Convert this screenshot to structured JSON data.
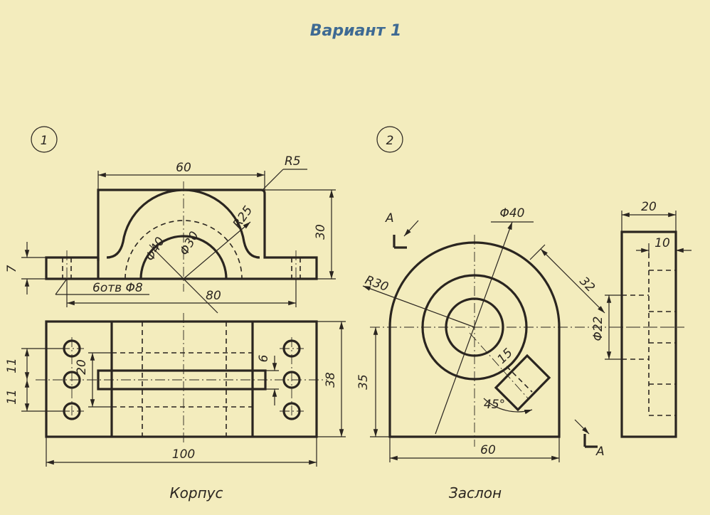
{
  "title": "Вариант 1",
  "parts": [
    {
      "number": "1",
      "caption": "Корпус",
      "dimensions": {
        "d60": "60",
        "r5": "R5",
        "r25": "R25",
        "h30": "30",
        "h7": "7",
        "phi40": "Φ40",
        "phi30": "Φ30",
        "holes": "6отв Φ8",
        "d80": "80",
        "s11a": "11",
        "s11b": "11",
        "w20": "20",
        "w6": "6",
        "h38": "38",
        "d100": "100"
      }
    },
    {
      "number": "2",
      "caption": "Заслон",
      "section_mark": "A",
      "dimensions": {
        "phi40": "Φ40",
        "r30": "R30",
        "d32": "32",
        "d15": "15",
        "a45": "45°",
        "h35": "35",
        "d60": "60",
        "w20": "20",
        "w10": "10",
        "phi22": "Φ22"
      }
    }
  ]
}
